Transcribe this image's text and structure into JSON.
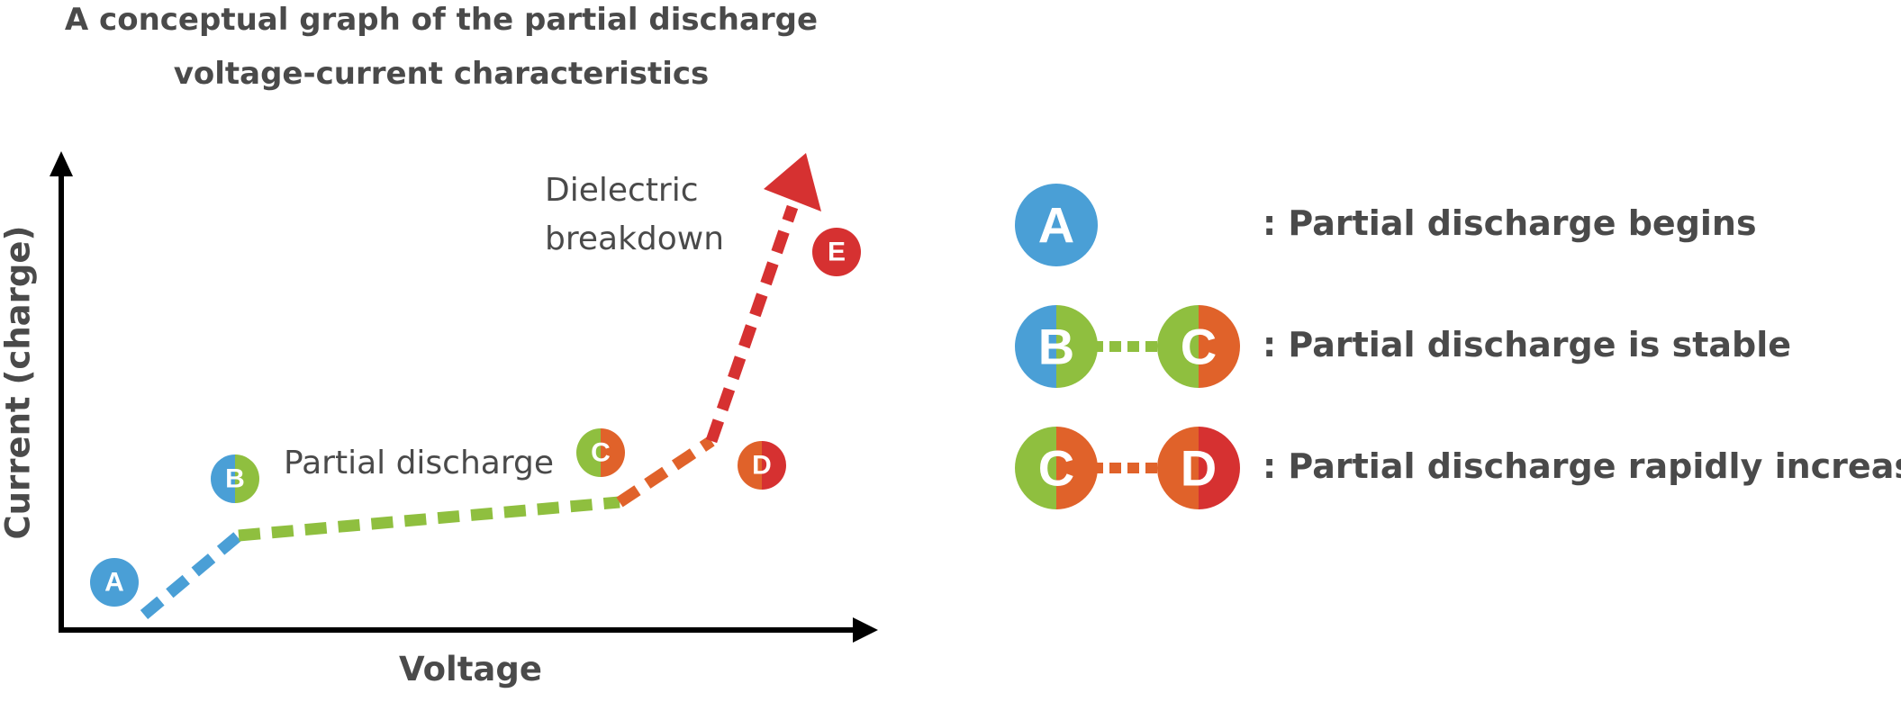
{
  "title": {
    "line1": "A conceptual graph of the partial discharge",
    "line2": "voltage-current characteristics"
  },
  "axes": {
    "x_label": "Voltage",
    "y_label": "Current (charge)"
  },
  "annotations": {
    "partial_discharge": "Partial discharge",
    "breakdown_line1": "Dielectric",
    "breakdown_line2": "breakdown"
  },
  "points": [
    {
      "letter": "A",
      "colors": [
        "#4a9fd6",
        "#4a9fd6"
      ]
    },
    {
      "letter": "B",
      "colors": [
        "#4a9fd6",
        "#8fbf3f"
      ]
    },
    {
      "letter": "C",
      "colors": [
        "#8fbf3f",
        "#e0622a"
      ]
    },
    {
      "letter": "D",
      "colors": [
        "#e0622a",
        "#d63131"
      ]
    },
    {
      "letter": "E",
      "colors": [
        "#d63131",
        "#d63131"
      ]
    }
  ],
  "segment_colors": {
    "rise": "#4a9fd6",
    "stable": "#8fbf3f",
    "increase": "#e0622a",
    "breakdown": "#d63131"
  },
  "legend": [
    {
      "from": "A",
      "to": null,
      "text": ": Partial discharge begins"
    },
    {
      "from": "B",
      "to": "C",
      "connector_color": "#8fbf3f",
      "text": ": Partial discharge is stable"
    },
    {
      "from": "C",
      "to": "D",
      "connector_color": "#e0622a",
      "text": ": Partial discharge rapidly increases"
    }
  ],
  "colors": {
    "axis": "#000000",
    "text": "#4a4a4a"
  }
}
